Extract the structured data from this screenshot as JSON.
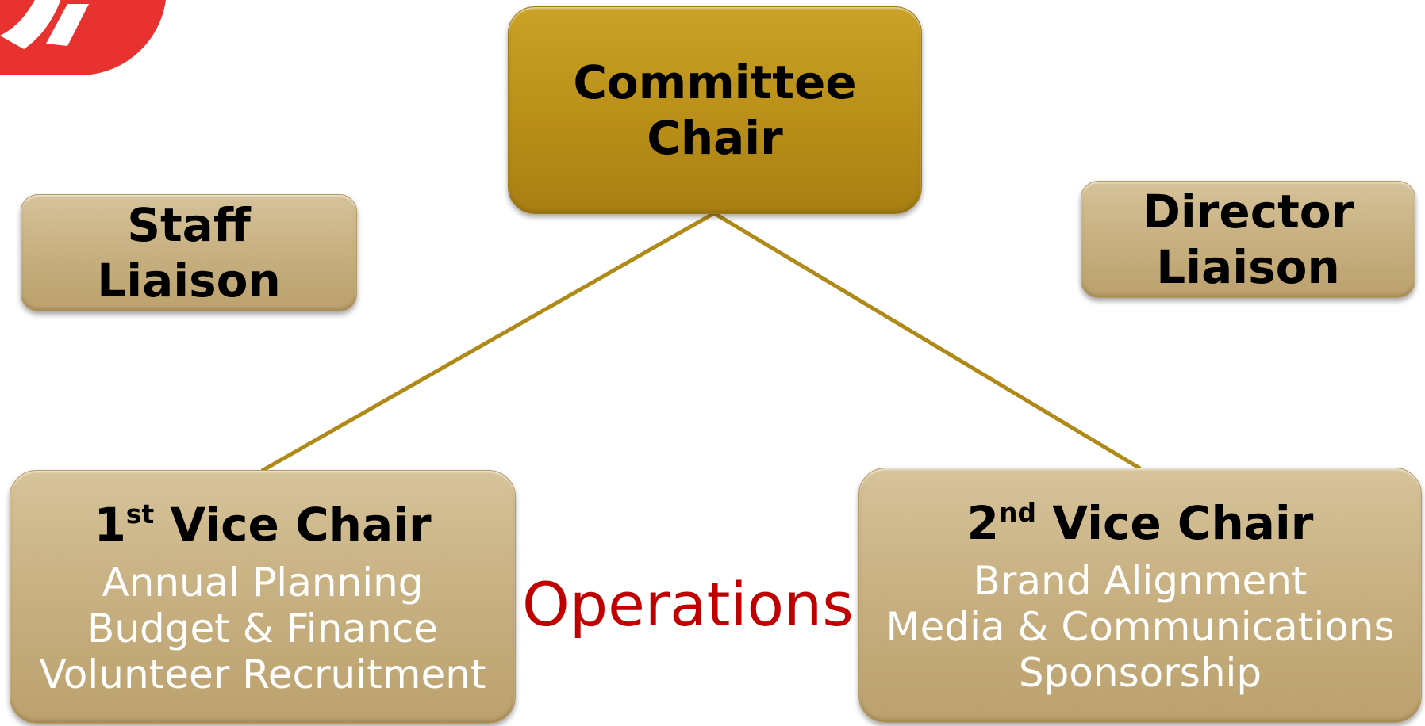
{
  "chart_data": {
    "type": "org-chart",
    "nodes": {
      "committee_chair": {
        "line1": "Committee",
        "line2": "Chair"
      },
      "staff_liaison": {
        "line1": "Staff",
        "line2": "Liaison"
      },
      "director_liaison": {
        "line1": "Director",
        "line2": "Liaison"
      },
      "vice_chair_1": {
        "ordinal_num": "1",
        "ordinal_suffix": "st",
        "title": "Vice Chair",
        "items": [
          "Annual Planning",
          "Budget & Finance",
          "Volunteer Recruitment"
        ]
      },
      "vice_chair_2": {
        "ordinal_num": "2",
        "ordinal_suffix": "nd",
        "title": "Vice Chair",
        "items": [
          "Brand Alignment",
          "Media & Communications",
          "Sponsorship"
        ]
      }
    },
    "edges": [
      {
        "from": "committee_chair",
        "to": "vice_chair_1"
      },
      {
        "from": "committee_chair",
        "to": "vice_chair_2"
      }
    ],
    "center_label": "Operations",
    "colors": {
      "chair_box": "#b98f18",
      "liaison_box": "#c7b081",
      "connector": "#b08a18",
      "center_label": "#c00000",
      "logo": "#e8322f"
    }
  }
}
